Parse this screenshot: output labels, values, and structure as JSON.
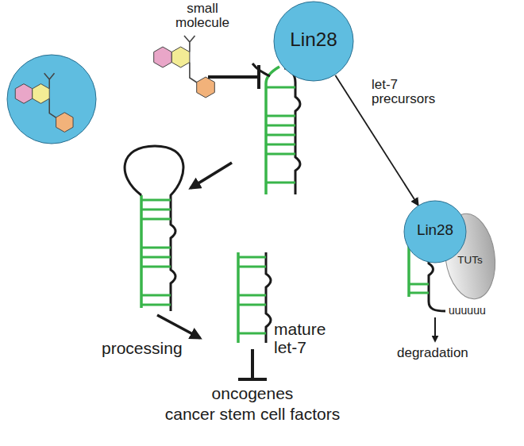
{
  "diagram": {
    "nodes": [
      {
        "text": [
          "Lin28"
        ]
      },
      {
        "text": [
          "Lin28"
        ]
      },
      {
        "text": [
          "TUTs"
        ]
      }
    ],
    "edges": [
      {
        "from": 0,
        "to": 1,
        "arrow": "to"
      }
    ],
    "labels": [
      "small molecule",
      "let-7 precursors",
      "uuuuuu",
      "degradation",
      "processing",
      "mature let-7",
      "oncogenes",
      "cancer stem cell factors"
    ]
  }
}
